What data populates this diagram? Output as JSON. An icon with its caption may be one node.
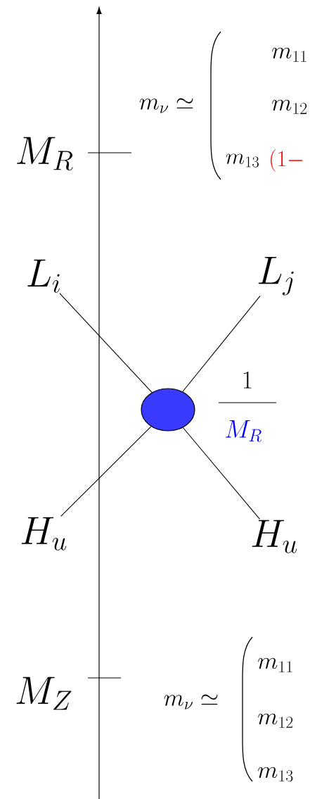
{
  "diagram": {
    "nodes": [
      {
        "text": [
          "L_i"
        ]
      },
      {
        "text": [
          "L_j"
        ]
      },
      {
        "text": [],
        "shape": "circle"
      },
      {
        "text": [
          "H_u"
        ]
      },
      {
        "text": [
          "H_u"
        ]
      }
    ],
    "edges": [
      {
        "from": 0,
        "to": 2,
        "arrow": "none"
      },
      {
        "from": 1,
        "to": 2,
        "arrow": "none"
      },
      {
        "from": 3,
        "to": 2,
        "arrow": "none"
      },
      {
        "from": 4,
        "to": 2,
        "arrow": "none"
      }
    ],
    "labels": [
      "m_{11}",
      "m_\\nu \\simeq",
      "M_R",
      "m_{12}",
      "m_{13}",
      "(1-",
      "1",
      "M_R",
      "M_Z",
      "m_{11}",
      "m_\\nu \\simeq",
      "m_{12}",
      "m_{13}"
    ]
  }
}
